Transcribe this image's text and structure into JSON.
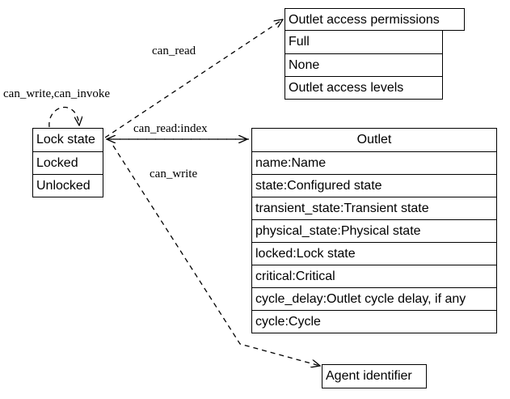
{
  "nodes": {
    "lock_state": {
      "header": "Lock state",
      "rows": [
        "Locked",
        "Unlocked"
      ]
    },
    "outlet_access_permissions": {
      "header": "Outlet access permissions",
      "rows": [
        "Full",
        "None",
        "Outlet access levels"
      ]
    },
    "outlet": {
      "header": "Outlet",
      "rows": [
        "name:Name",
        "state:Configured state",
        "transient_state:Transient state",
        "physical_state:Physical state",
        "locked:Lock state",
        "critical:Critical",
        "cycle_delay:Outlet cycle delay, if any",
        "cycle:Cycle"
      ]
    },
    "agent_identifier": {
      "header": "Agent identifier"
    }
  },
  "edges": {
    "self_loop": "can_write,can_invoke",
    "to_permissions": "can_read",
    "to_outlet": "can_read:index",
    "to_agent": "can_write"
  }
}
